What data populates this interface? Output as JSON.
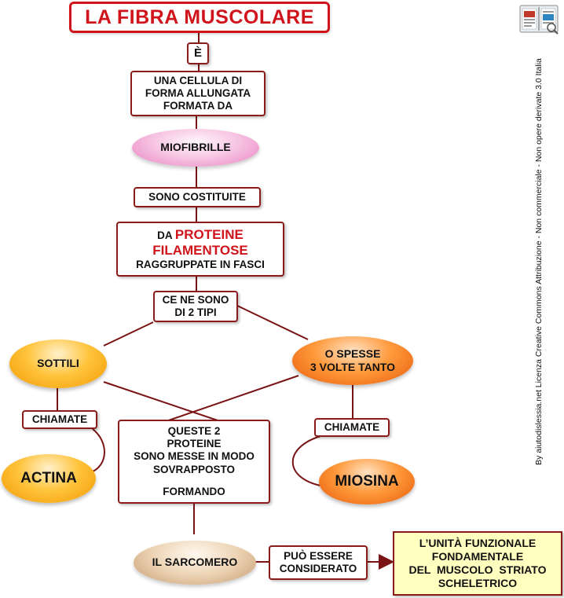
{
  "title": "LA FIBRA MUSCOLARE",
  "nodes": {
    "e": "È",
    "cellula": [
      "UNA CELLULA DI",
      "FORMA ALLUNGATA",
      "FORMATA DA"
    ],
    "miofibrille": "MIOFIBRILLE",
    "sono_costituite": "SONO COSTITUITE",
    "da": "DA ",
    "proteine": "PROTEINE",
    "filamentose": "FILAMENTOSE",
    "raggruppate": "RAGGRUPPATE IN FASCI",
    "ce_ne_sono": [
      "CE NE SONO",
      "DI 2 TIPI"
    ],
    "sottili": "SOTTILI",
    "spesse": [
      "O SPESSE",
      "3 VOLTE TANTO"
    ],
    "chiamate_left": "CHIAMATE",
    "chiamate_right": "CHIAMATE",
    "actina": "ACTINA",
    "miosina": "MIOSINA",
    "queste": [
      "QUESTE 2",
      "PROTEINE",
      "SONO MESSE IN MODO",
      "SOVRAPPOSTO",
      "",
      "FORMANDO"
    ],
    "sarcomero": "IL SARCOMERO",
    "puo_essere": [
      "PUÒ ESSERE",
      "CONSIDERATO"
    ],
    "unita": [
      "L’UNITÀ FUNZIONALE",
      "FONDAMENTALE",
      "DEL  MUSCOLO  STRIATO",
      "SCHELETRICO"
    ]
  },
  "license": "By aiutodislessia.net Licenza Creative Commons Attribuzione - Non commerciale - Non opere derivate 3.0 Italia",
  "colors": {
    "title_red": "#d0141c",
    "box_border": "#8b1a1a",
    "connector": "#7a1414",
    "yellow_box": "#ffffc0"
  }
}
